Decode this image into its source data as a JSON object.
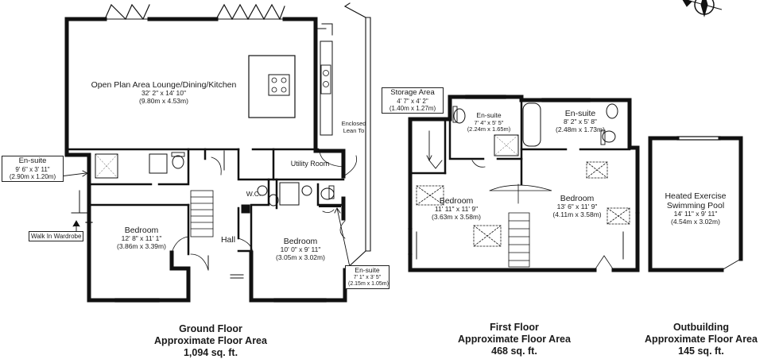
{
  "ground_floor": {
    "rooms": {
      "open_plan": {
        "name": "Open Plan Area Lounge/Dining/Kitchen",
        "imperial": "32' 2\" x 14' 10\"",
        "metric": "(9.80m x 4.53m)"
      },
      "ensuite": {
        "name": "En-suite",
        "imperial": "9' 6\" x 3' 11\"",
        "metric": "(2.90m x 1.20m)"
      },
      "bedroom_left": {
        "name": "Bedroom",
        "imperial": "12' 8\" x 11' 1\"",
        "metric": "(3.86m x 3.39m)"
      },
      "hall": {
        "name": "Hall"
      },
      "wc": {
        "name": "W.C."
      },
      "utility": {
        "name": "Utility Room"
      },
      "bedroom_right": {
        "name": "Bedroom",
        "imperial": "10' 0\" x 9' 11\"",
        "metric": "(3.05m x 3.02m)"
      },
      "ensuite_small": {
        "name": "En-suite",
        "imperial": "7' 1\" x 3' 5\"",
        "metric": "(2.15m x 1.05m)"
      },
      "lean_to": {
        "name": "Enclosed Lean To"
      },
      "walk_in": {
        "name": "Walk In Wardrobe"
      }
    },
    "caption": {
      "title": "Ground Floor",
      "area_label": "Approximate Floor Area",
      "area": "1,094 sq. ft."
    }
  },
  "first_floor": {
    "rooms": {
      "storage": {
        "name": "Storage Area",
        "imperial": "4' 7\" x 4' 2\"",
        "metric": "(1.40m x 1.27m)"
      },
      "ensuite_left": {
        "name": "En-suite",
        "imperial": "7' 4\" x 5' 5\"",
        "metric": "(2.24m x 1.65m)"
      },
      "ensuite_right": {
        "name": "En-suite",
        "imperial": "8' 2\" x 5' 8\"",
        "metric": "(2.48m x 1.73m)"
      },
      "bedroom_left": {
        "name": "Bedroom",
        "imperial": "11' 11\" x 11' 9\"",
        "metric": "(3.63m x 3.58m)"
      },
      "bedroom_right": {
        "name": "Bedroom",
        "imperial": "13' 6\" x 11' 9\"",
        "metric": "(4.11m x 3.58m)"
      }
    },
    "caption": {
      "title": "First Floor",
      "area_label": "Approximate Floor Area",
      "area": "468 sq. ft."
    }
  },
  "outbuilding": {
    "rooms": {
      "pool": {
        "name_line1": "Heated Exercise",
        "name_line2": "Swimming Pool",
        "imperial": "14' 11\" x 9' 11\"",
        "metric": "(4.54m x 3.02m)"
      }
    },
    "caption": {
      "title": "Outbuilding",
      "area_label": "Approximate Floor Area",
      "area": "145 sq. ft."
    }
  },
  "compass": {
    "icon": "compass-icon"
  }
}
